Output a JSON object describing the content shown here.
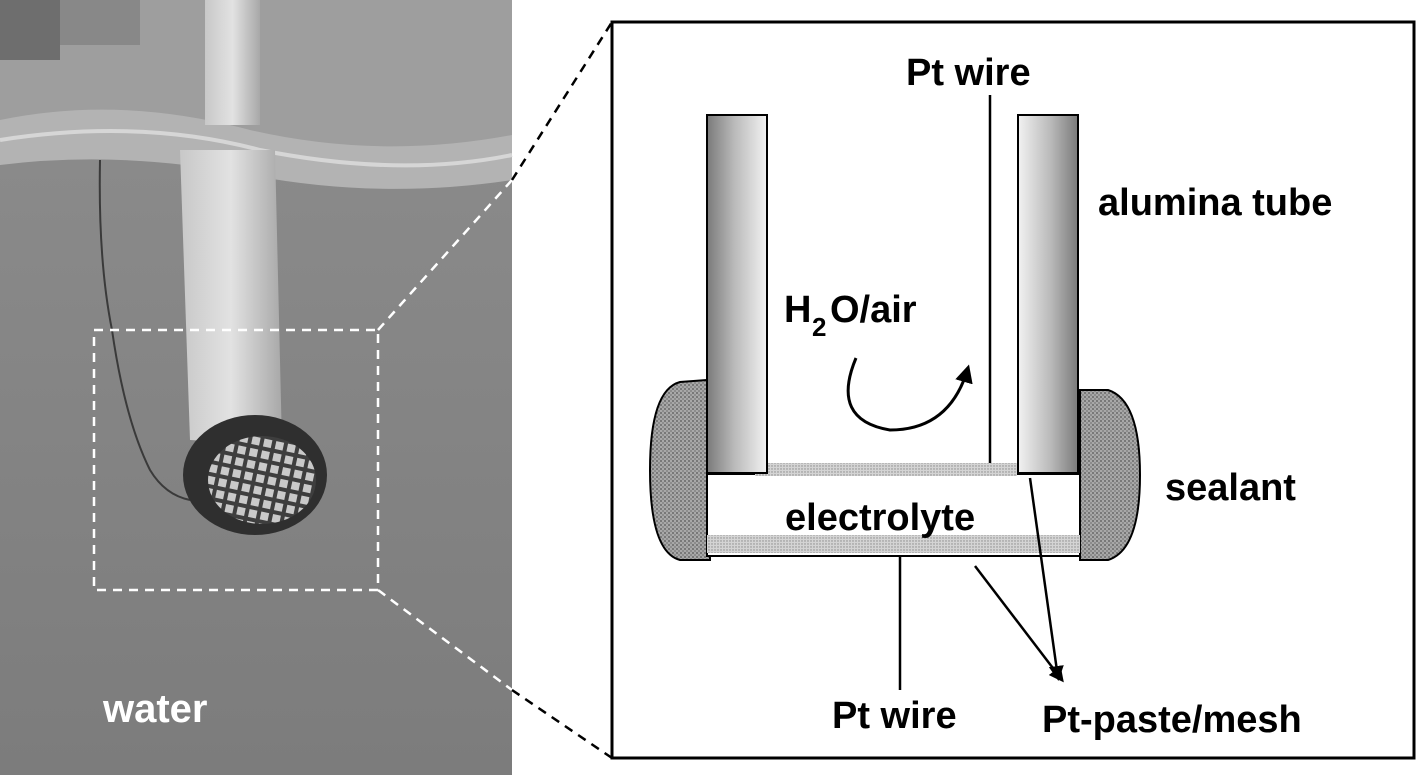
{
  "photo": {
    "label": "water"
  },
  "schematic": {
    "labels": {
      "pt_wire_top": "Pt wire",
      "alumina_tube": "alumina tube",
      "h2o_air_main": "H",
      "h2o_air_sub": "2",
      "h2o_air_rest": "O/air",
      "sealant": "sealant",
      "electrolyte": "electrolyte",
      "pt_wire_bottom": "Pt wire",
      "pt_paste_mesh": "Pt-paste/mesh"
    }
  }
}
